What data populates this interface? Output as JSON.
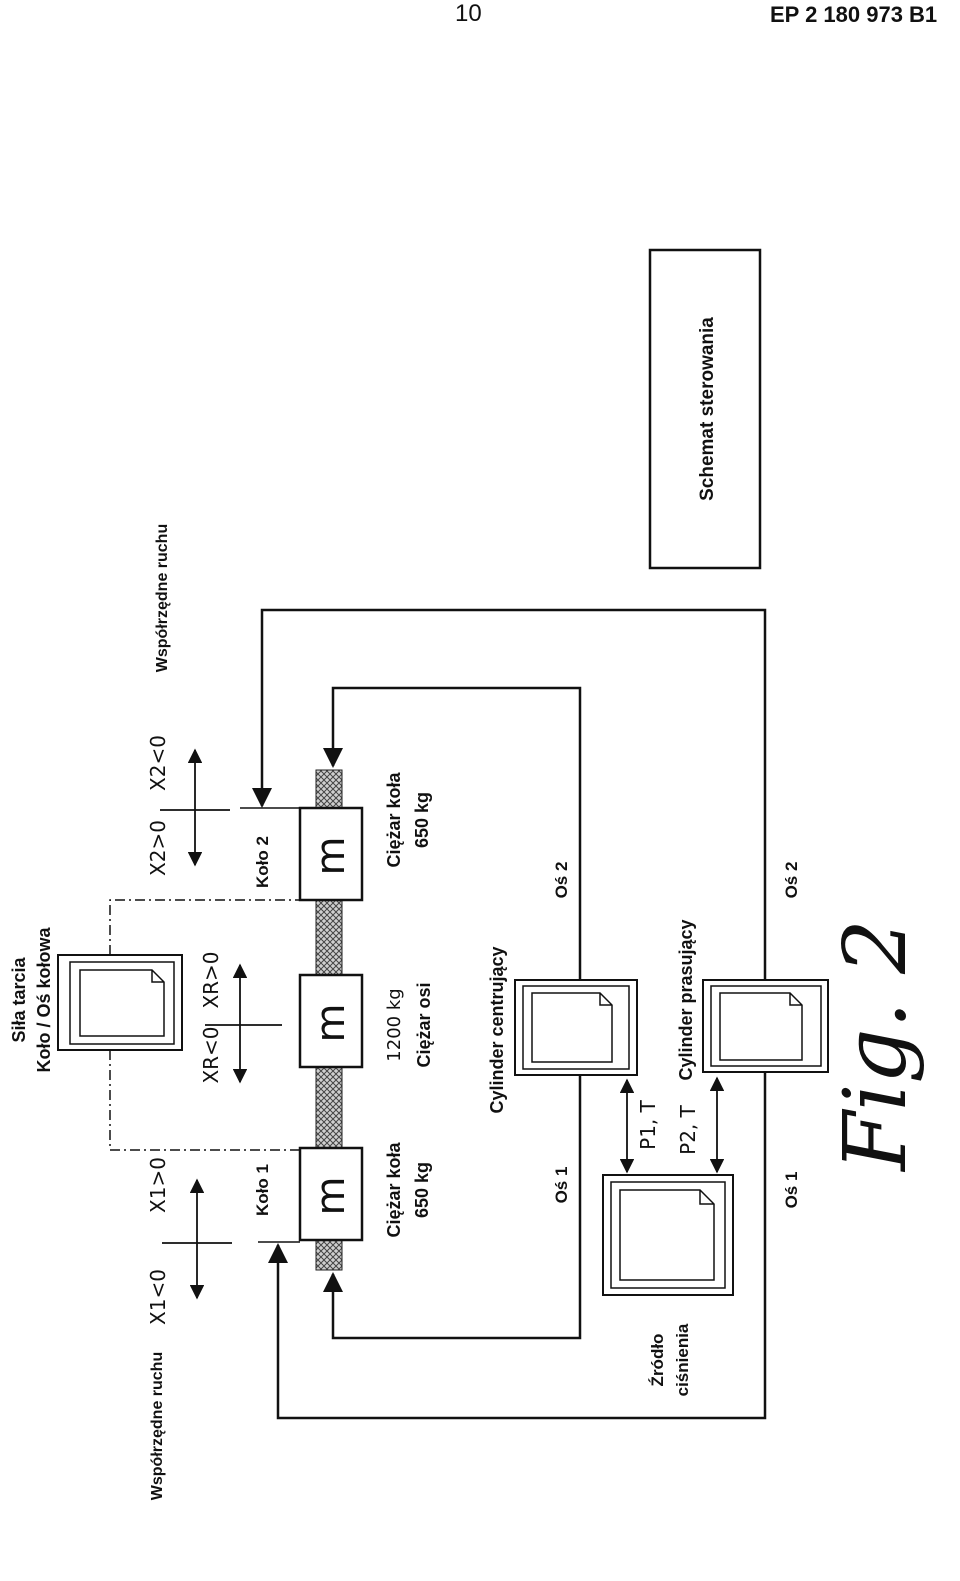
{
  "header": {
    "page_number": "10",
    "patent_id": "EP 2 180 973 B1"
  },
  "diagram": {
    "friction_title_line1": "Siła tarcia",
    "friction_title_line2": "Koło / Oś kołowa",
    "motion_coords_left": "Współrzędne ruchu",
    "motion_coords_right": "Współrzędne ruchu",
    "x1_neg": "X1<0",
    "x1_pos": "X1>0",
    "x2_pos": "X2>0",
    "x2_neg": "X2<0",
    "xr_neg": "XR<0",
    "xr_pos": "XR>0",
    "wheel1": "Koło 1",
    "wheel2": "Koło 2",
    "mass_symbol": "m",
    "wheel1_weight_line1": "Ciężar koła",
    "wheel1_weight_line2": "650 kg",
    "wheel2_weight_line1": "Ciężar koła",
    "wheel2_weight_line2": "650 kg",
    "axle_weight_value": "1200 kg",
    "axle_weight_label": "Ciężar osi",
    "centering_cylinder": "Cylinder centrujący",
    "pressing_cylinder": "Cylinder prasujący",
    "pressure_source_line1": "Źródło",
    "pressure_source_line2": "ciśnienia",
    "p1": "P1, T",
    "p2": "P2, T",
    "axis1_inner": "Oś 1",
    "axis2_inner": "Oś 2",
    "axis1_outer": "Oś 1",
    "axis2_outer": "Oś 2",
    "control_scheme": "Schemat sterowania",
    "figure_label": "Fig. 2"
  },
  "colors": {
    "ink": "#111111",
    "hatch": "#555555",
    "paper": "#ffffff"
  }
}
